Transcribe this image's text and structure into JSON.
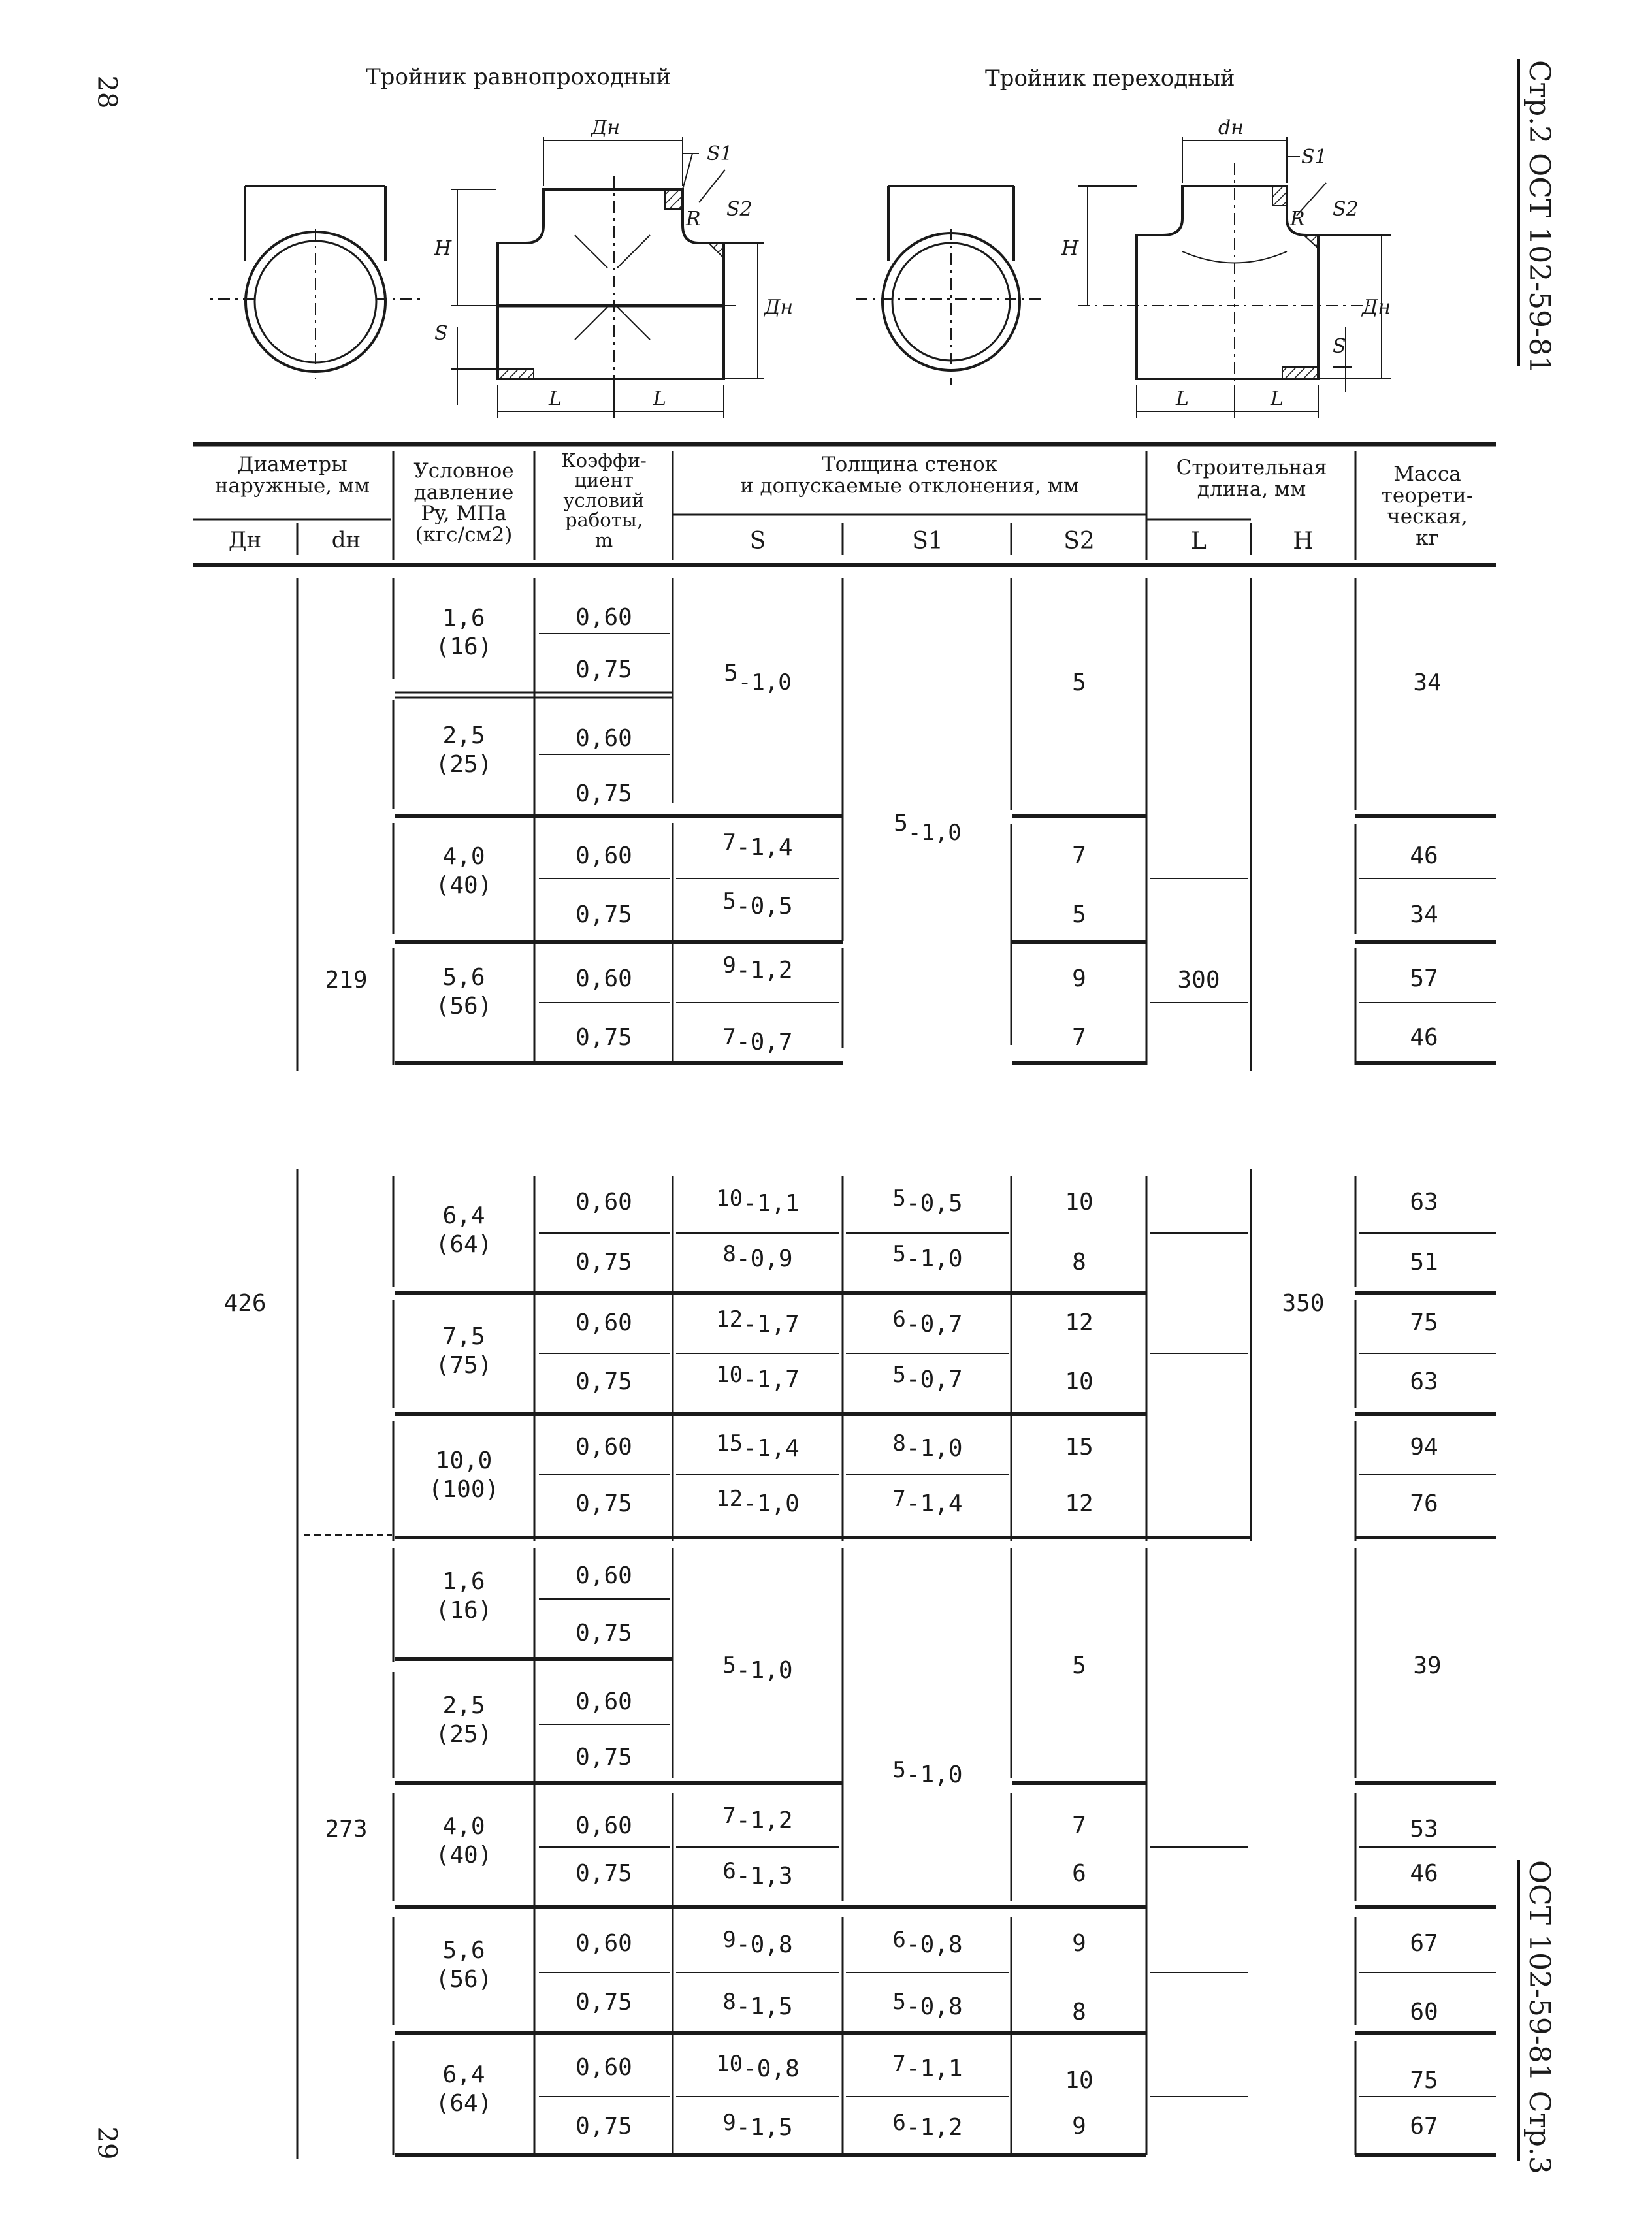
{
  "page_numbers": {
    "left": "28",
    "right": "29"
  },
  "side_labels": {
    "top": "Стр.2 ОСТ 102-59-81",
    "bottom": "ОСТ 102-59-81 Стр.3"
  },
  "drawings": {
    "equal_tee": {
      "caption": "Тройник равнопроходный",
      "labels": {
        "dn": "Дн",
        "s1": "S1",
        "s2": "S2",
        "r": "R",
        "h": "H",
        "s": "S",
        "dn_side": "Дн",
        "l1": "L",
        "l2": "L"
      }
    },
    "reducing_tee": {
      "caption": "Тройник переходный",
      "labels": {
        "dn": "dн",
        "s1": "S1",
        "s2": "S2",
        "r": "R",
        "h": "H",
        "s": "S",
        "dn_side": "Дн",
        "l1": "L",
        "l2": "L"
      }
    }
  },
  "table": {
    "headers": {
      "diameters": "Диаметры наружные, мм",
      "Dn": "Дн",
      "dn": "dн",
      "pressure": [
        "Условное",
        "давление",
        "Py, МПа",
        "(кгс/см2)"
      ],
      "coef": [
        "Коэффи-",
        "циент",
        "условий",
        "работы,",
        "m"
      ],
      "thickness": [
        "Толщина стенок",
        "и допускаемые отклонения, мм"
      ],
      "S": "S",
      "S1": "S1",
      "S2": "S2",
      "length": [
        "Строительная",
        "длина, мм"
      ],
      "L": "L",
      "H": "H",
      "mass": [
        "Масса",
        "теорети-",
        "ческая,",
        "кг"
      ]
    },
    "section1": {
      "dn": "219",
      "L": "300",
      "merged_s": {
        "v": "5",
        "d": "-1,0"
      },
      "merged_s1": {
        "v": "5",
        "d": "-1,0"
      },
      "merged_s2": "5",
      "merged_mass": "34",
      "groups": [
        {
          "p": "1,6",
          "pk": "(16)",
          "m": [
            "0,60",
            "0,75"
          ]
        },
        {
          "p": "2,5",
          "pk": "(25)",
          "m": [
            "0,60",
            "0,75"
          ]
        },
        {
          "p": "4,0",
          "pk": "(40)",
          "m": [
            "0,60",
            "0,75"
          ],
          "s": [
            [
              "7",
              "-1,4"
            ],
            [
              "5",
              "-0,5"
            ]
          ],
          "s2": [
            "7",
            "5"
          ],
          "mass": [
            "46",
            "34"
          ]
        },
        {
          "p": "5,6",
          "pk": "(56)",
          "m": [
            "0,60",
            "0,75"
          ],
          "s": [
            [
              "9",
              "-1,2"
            ],
            [
              "7",
              "-0,7"
            ]
          ],
          "s2": [
            "9",
            "7"
          ],
          "mass": [
            "57",
            "46"
          ]
        }
      ]
    },
    "section2": {
      "Dn": "426",
      "H": "350",
      "groups": [
        {
          "p": "6,4",
          "pk": "(64)",
          "m": [
            "0,60",
            "0,75"
          ],
          "s": [
            [
              "10",
              "-1,1"
            ],
            [
              "8",
              "-0,9"
            ]
          ],
          "s1": [
            [
              "5",
              "-0,5"
            ],
            [
              "5",
              "-1,0"
            ]
          ],
          "s2": [
            "10",
            "8"
          ],
          "mass": [
            "63",
            "51"
          ]
        },
        {
          "p": "7,5",
          "pk": "(75)",
          "m": [
            "0,60",
            "0,75"
          ],
          "s": [
            [
              "12",
              "-1,7"
            ],
            [
              "10",
              "-1,7"
            ]
          ],
          "s1": [
            [
              "6",
              "-0,7"
            ],
            [
              "5",
              "-0,7"
            ]
          ],
          "s2": [
            "12",
            "10"
          ],
          "mass": [
            "75",
            "63"
          ]
        },
        {
          "p": "10,0",
          "pk": "(100)",
          "m": [
            "0,60",
            "0,75"
          ],
          "s": [
            [
              "15",
              "-1,4"
            ],
            [
              "12",
              "-1,0"
            ]
          ],
          "s1": [
            [
              "8",
              "-1,0"
            ],
            [
              "7",
              "-1,4"
            ]
          ],
          "s2": [
            "15",
            "12"
          ],
          "mass": [
            "94",
            "76"
          ]
        }
      ]
    },
    "section3": {
      "dn": "273",
      "merged_s": {
        "v": "5",
        "d": "-1,0"
      },
      "merged_s1": {
        "v": "5",
        "d": "-1,0"
      },
      "merged_s2": "5",
      "merged_mass": "39",
      "groups": [
        {
          "p": "1,6",
          "pk": "(16)",
          "m": [
            "0,60",
            "0,75"
          ]
        },
        {
          "p": "2,5",
          "pk": "(25)",
          "m": [
            "0,60",
            "0,75"
          ]
        },
        {
          "p": "4,0",
          "pk": "(40)",
          "m": [
            "0,60",
            "0,75"
          ],
          "s": [
            [
              "7",
              "-1,2"
            ],
            [
              "6",
              "-1,3"
            ]
          ],
          "s2": [
            "7",
            "6"
          ],
          "mass": [
            "53",
            "46"
          ]
        },
        {
          "p": "5,6",
          "pk": "(56)",
          "m": [
            "0,60",
            "0,75"
          ],
          "s": [
            [
              "9",
              "-0,8"
            ],
            [
              "8",
              "-1,5"
            ]
          ],
          "s1": [
            [
              "6",
              "-0,8"
            ],
            [
              "5",
              "-0,8"
            ]
          ],
          "s2": [
            "9",
            "8"
          ],
          "mass": [
            "67",
            "60"
          ]
        },
        {
          "p": "6,4",
          "pk": "(64)",
          "m": [
            "0,60",
            "0,75"
          ],
          "s": [
            [
              "10",
              "-0,8"
            ],
            [
              "9",
              "-1,5"
            ]
          ],
          "s1": [
            [
              "7",
              "-1,1"
            ],
            [
              "6",
              "-1,2"
            ]
          ],
          "s2": [
            "10",
            "9"
          ],
          "mass": [
            "75",
            "67"
          ]
        }
      ]
    }
  }
}
